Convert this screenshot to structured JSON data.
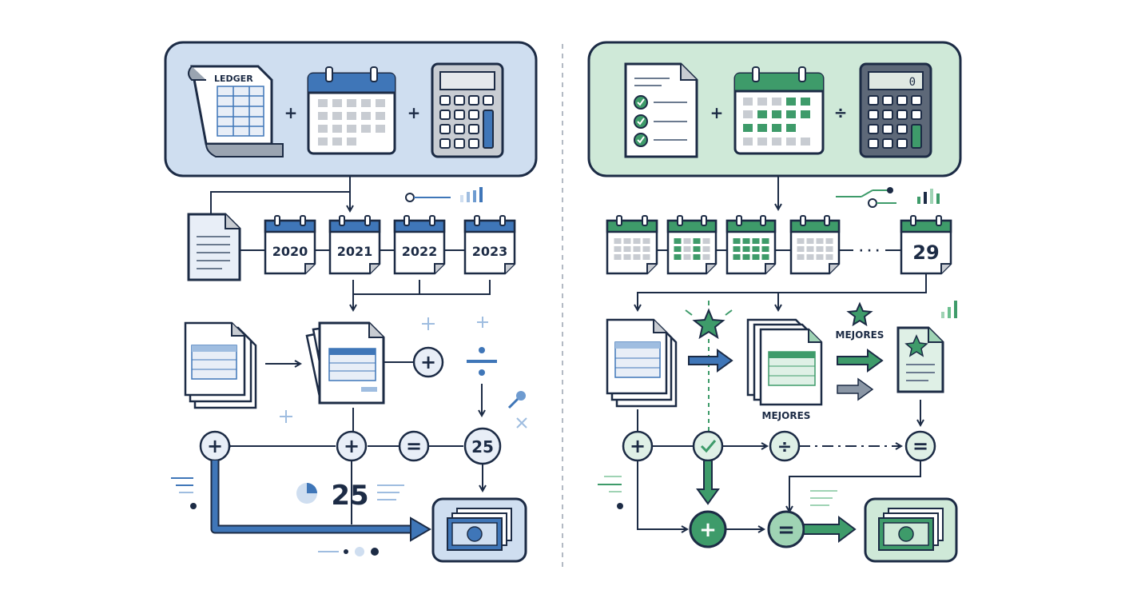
{
  "left_panel": {
    "ledger_label": "LEDGER",
    "op_plus_1": "+",
    "op_plus_2": "+",
    "years": [
      "2020",
      "2021",
      "2022",
      "2023"
    ],
    "result_circle_value": "25",
    "big_value": "25",
    "ops": {
      "plus": "+",
      "divide": "÷",
      "equals": "="
    }
  },
  "right_panel": {
    "op_plus": "+",
    "op_divide": "÷",
    "last_calendar_value": "29",
    "ellipsis": "· · ·",
    "mejores_top": "MEJORES",
    "mejores_bottom": "MEJORES",
    "ops": {
      "plus": "+",
      "divide": "÷",
      "equals": "="
    }
  },
  "colors": {
    "navy": "#1c2b45",
    "blue": "#3f76b8",
    "blue_light": "#cfdef0",
    "green": "#3e9b6a",
    "green_light": "#cfe9d8",
    "gray": "#c8ccd2"
  }
}
